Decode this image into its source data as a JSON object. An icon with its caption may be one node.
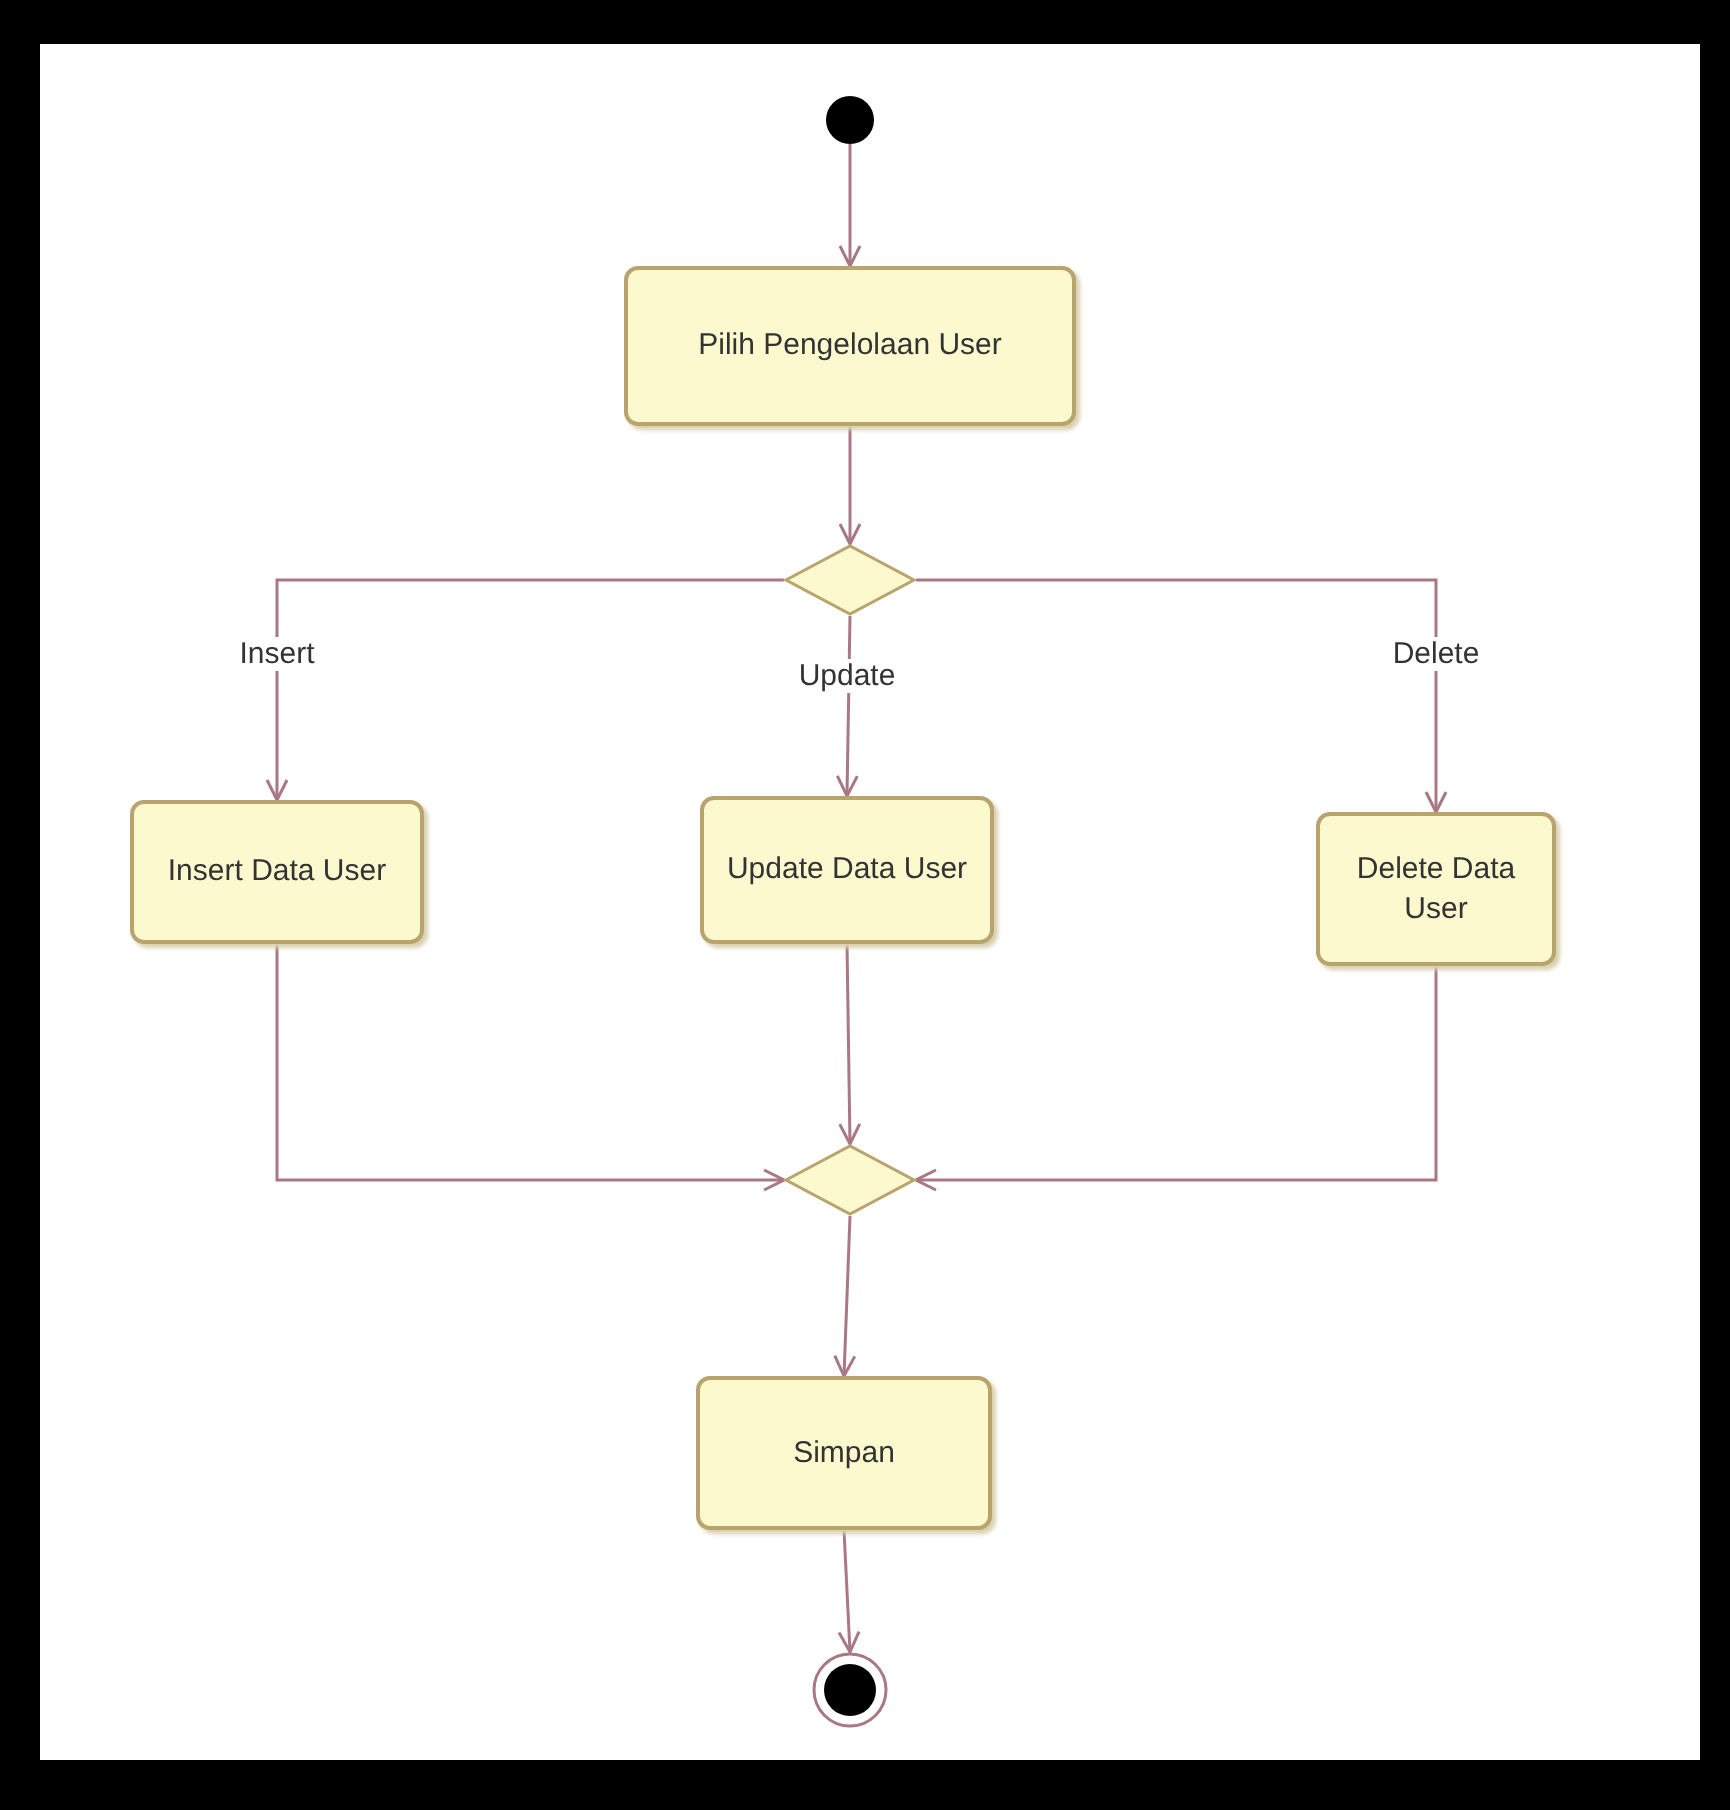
{
  "diagram": {
    "nodes": [
      {
        "text": [],
        "shape": "circle"
      },
      {
        "text": [
          "Pilih Pengelolaan User"
        ]
      },
      {
        "text": [],
        "shape": "diamond"
      },
      {
        "text": [
          "Insert Data User"
        ]
      },
      {
        "text": [
          "Update Data User"
        ]
      },
      {
        "text": [
          "Delete Data User"
        ]
      },
      {
        "text": [],
        "shape": "diamond"
      },
      {
        "text": [
          "Simpan"
        ]
      },
      {
        "text": [],
        "shape": "circle"
      }
    ],
    "edges": [
      {
        "from": 0,
        "to": 1,
        "arrow": "to"
      },
      {
        "from": 1,
        "to": 2,
        "arrow": "to"
      },
      {
        "from": 2,
        "to": 3,
        "arrow": "to",
        "label": "Insert"
      },
      {
        "from": 2,
        "to": 4,
        "arrow": "to",
        "label": "Update"
      },
      {
        "from": 2,
        "to": 5,
        "arrow": "to",
        "label": "Delete"
      },
      {
        "from": 3,
        "to": 6,
        "arrow": "to"
      },
      {
        "from": 4,
        "to": 6,
        "arrow": "to"
      },
      {
        "from": 5,
        "to": 6,
        "arrow": "to"
      },
      {
        "from": 6,
        "to": 7,
        "arrow": "to"
      },
      {
        "from": 7,
        "to": 8,
        "arrow": "to"
      }
    ]
  }
}
